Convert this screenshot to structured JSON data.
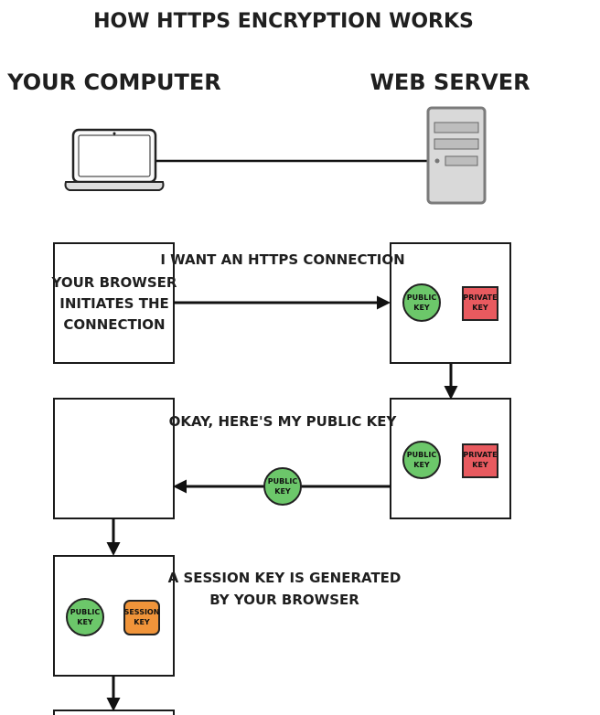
{
  "title": "HOW HTTPS ENCRYPTION WORKS",
  "left_heading": "YOUR COMPUTER",
  "right_heading": "WEB SERVER",
  "steps": {
    "browser_initiates": [
      "YOUR BROWSER",
      "INITIATES THE",
      "CONNECTION"
    ],
    "want_https": "I WANT AN HTTPS CONNECTION",
    "heres_key": "OKAY, HERE'S MY PUBLIC KEY",
    "session_key": [
      "A SESSION KEY IS GENERATED",
      "BY YOUR BROWSER"
    ]
  },
  "keys": {
    "public": [
      "PUBLIC",
      "KEY"
    ],
    "private": [
      "PRIVATE",
      "KEY"
    ],
    "session": [
      "SESSION",
      "KEY"
    ]
  },
  "colors": {
    "public_key": "#6cc76a",
    "private_key": "#e85a5f",
    "session_key": "#f0943a",
    "line": "#111111"
  },
  "icons": {
    "computer": "laptop-icon",
    "server": "server-tower-icon"
  }
}
